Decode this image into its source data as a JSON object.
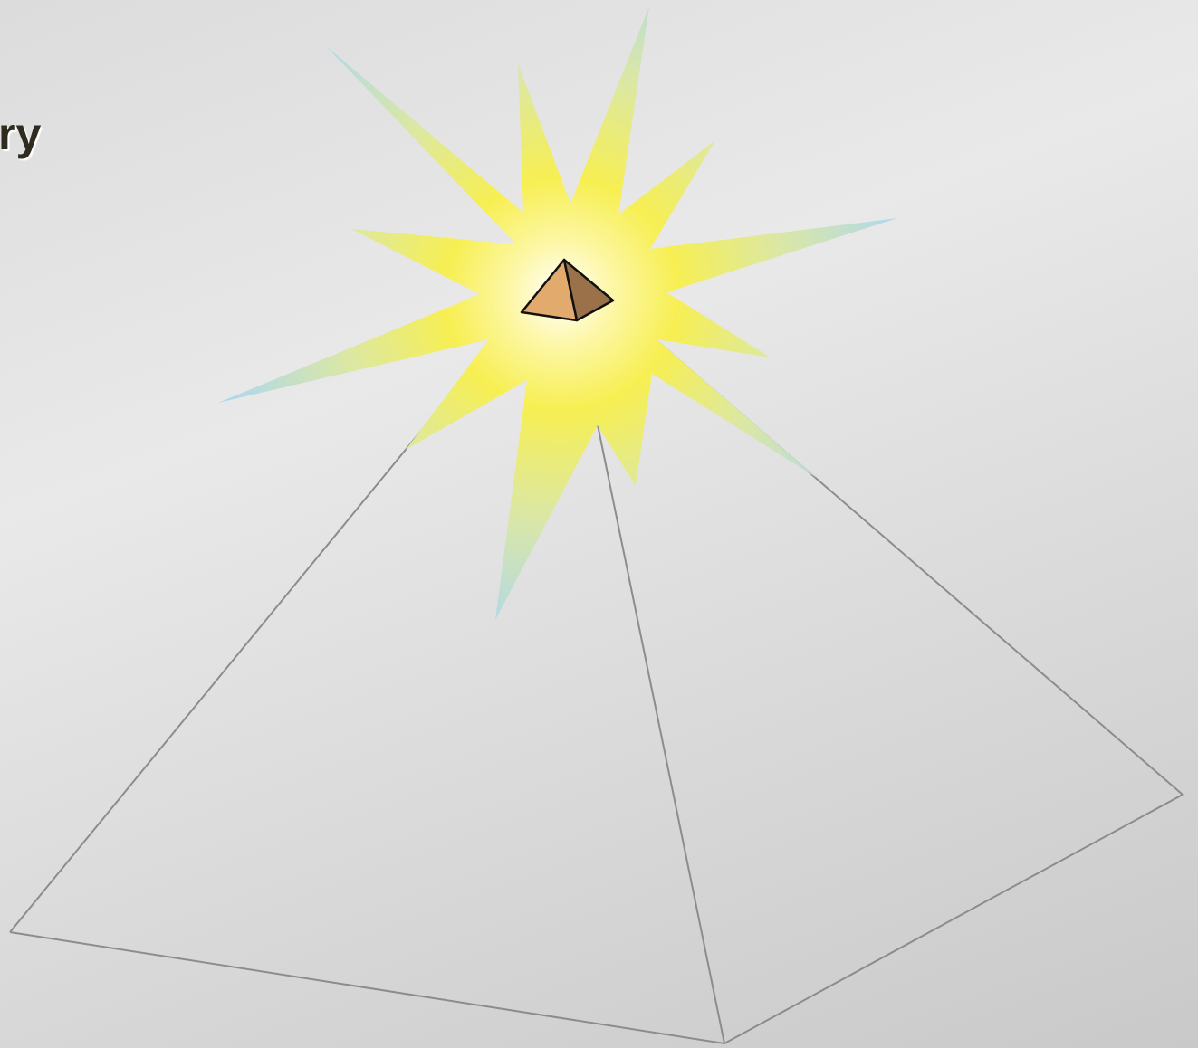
{
  "title_fragment": "ry",
  "colors": {
    "background_light": "#e9e9e9",
    "background_dark": "#c9c9c9",
    "pyramid_outline": "#8c8c8c",
    "starburst_core": "#ffffff",
    "starburst_mid": "#f7ef52",
    "starburst_tip": "#a9d6f5",
    "small_pyramid_front": "#e2aa6c",
    "small_pyramid_side": "#9b714a",
    "small_pyramid_stroke": "#111111",
    "title_text": "#2f2b1f"
  },
  "icons": [
    "large-pyramid-outline",
    "starburst-glow",
    "small-pyramid-icon"
  ]
}
